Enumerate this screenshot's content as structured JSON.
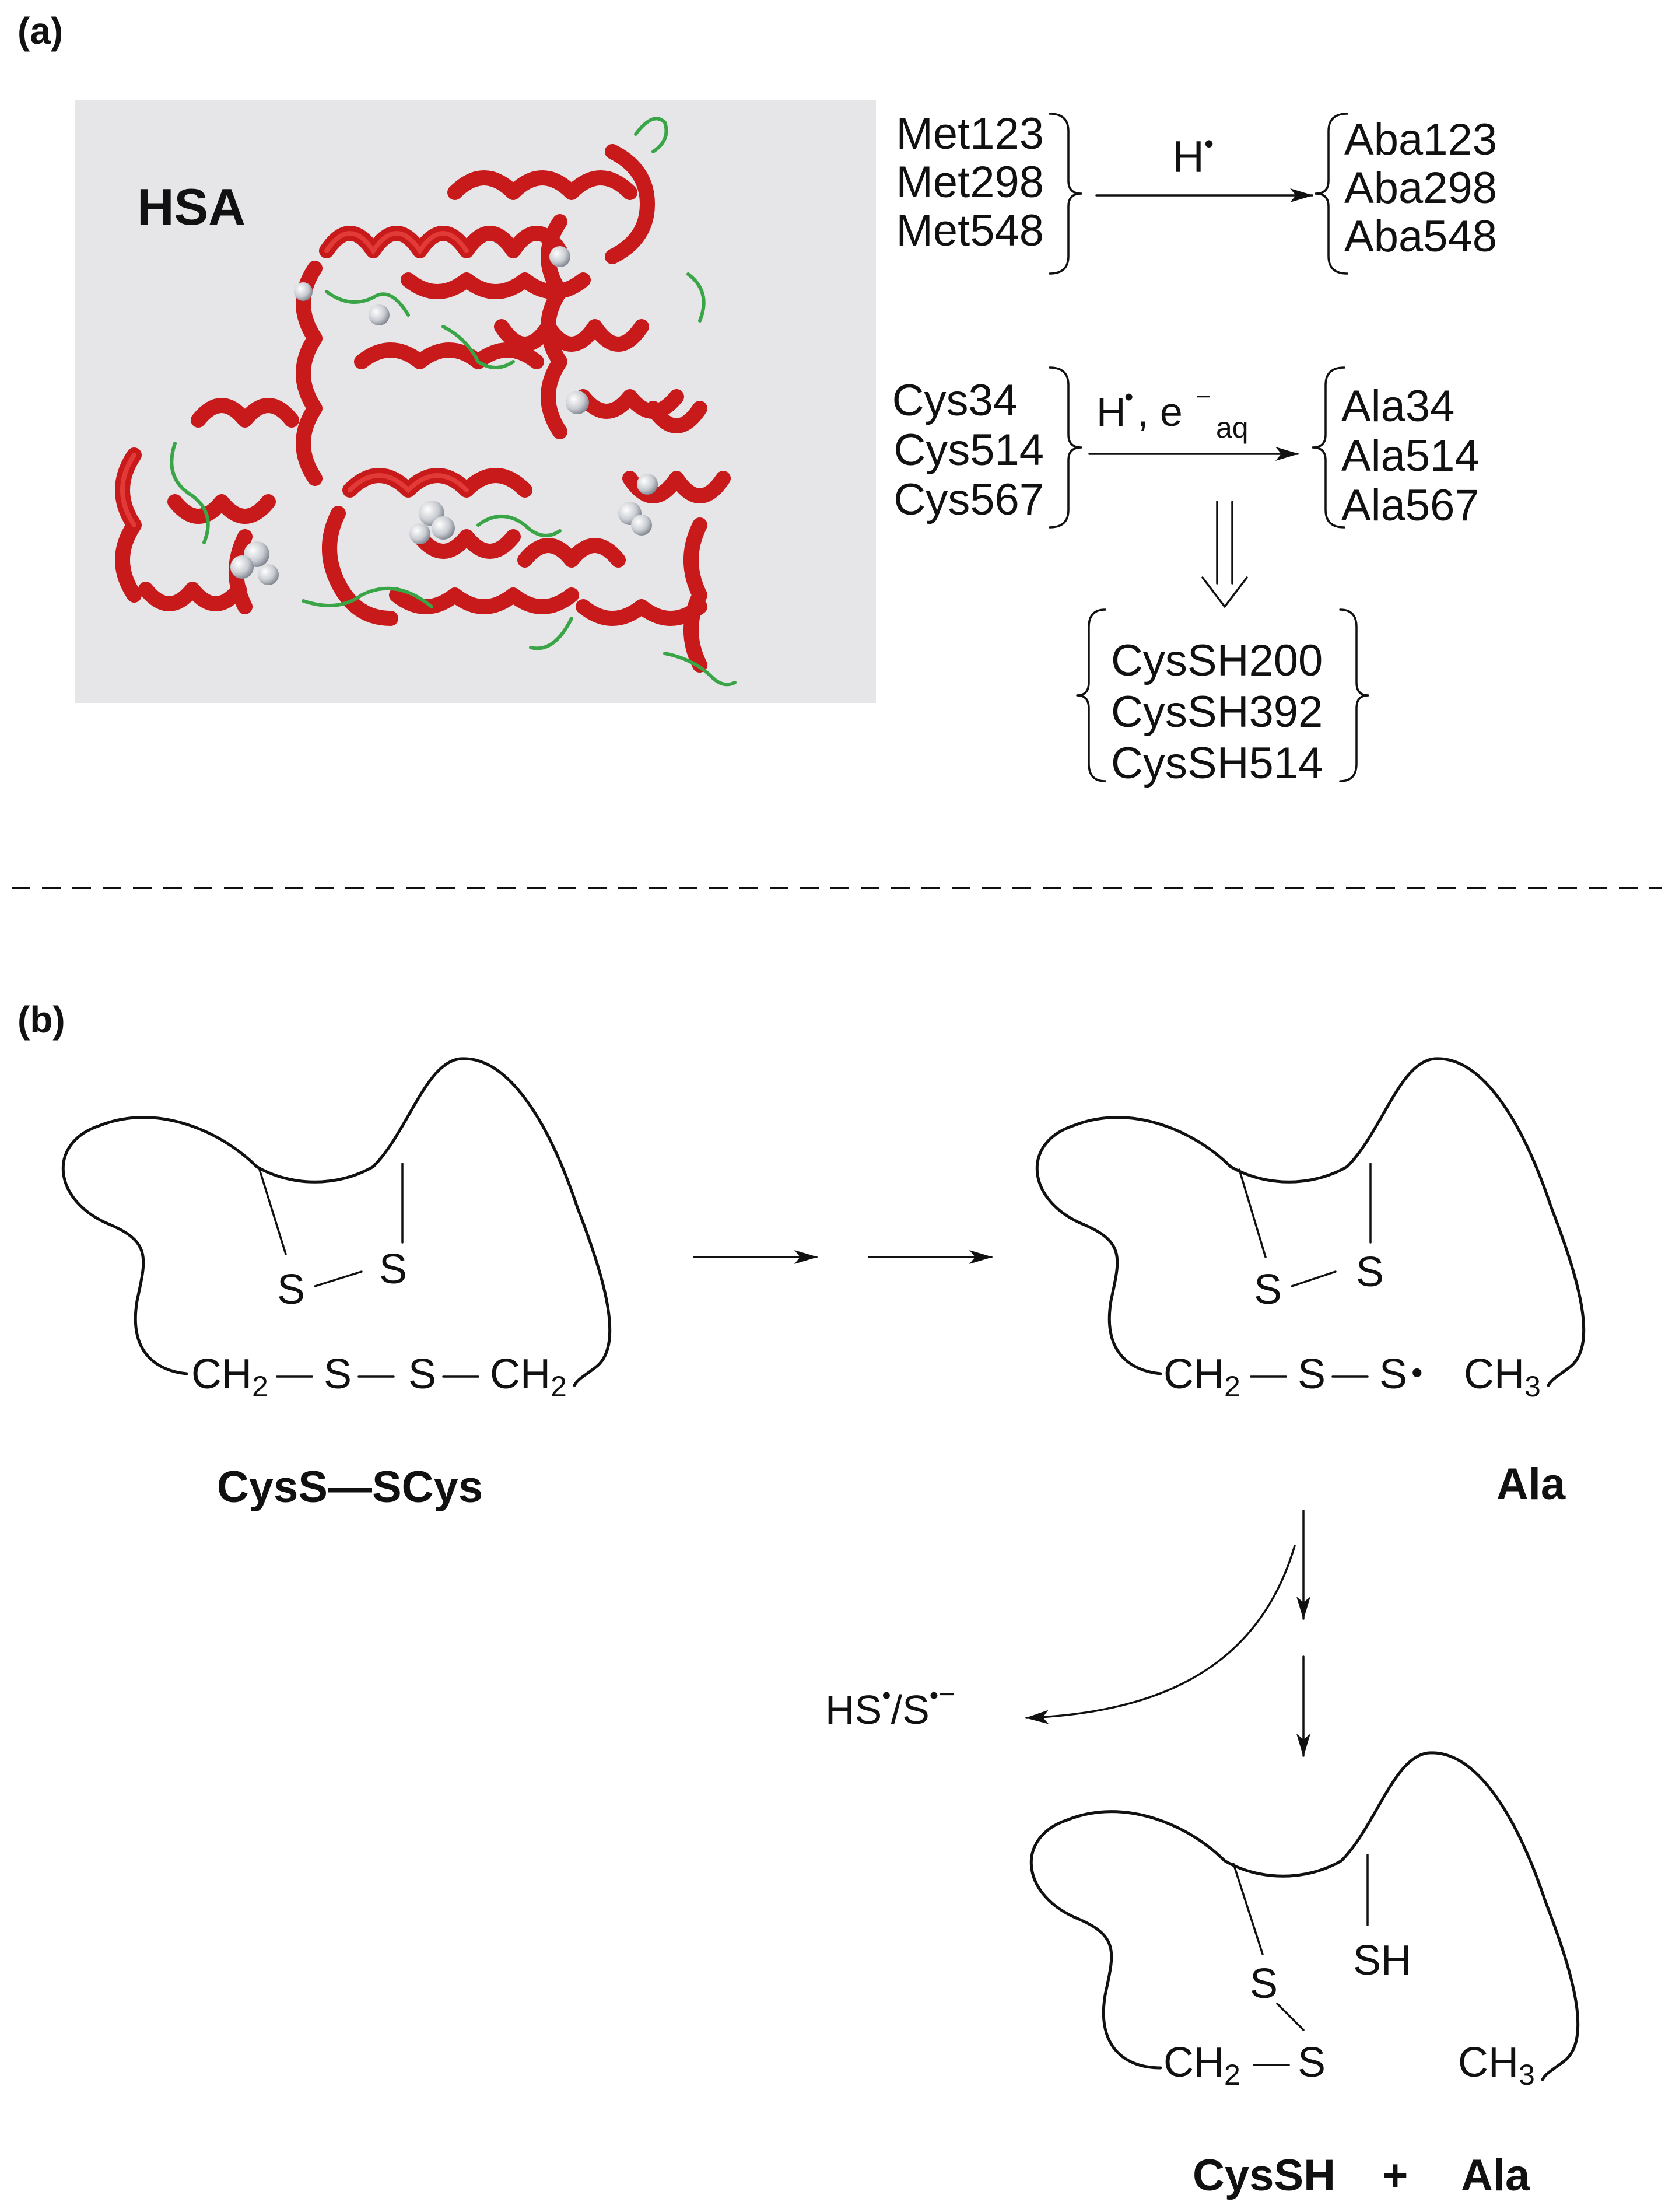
{
  "panel_a": {
    "label": "(a)",
    "protein_label": "HSA",
    "met_residues": [
      "Met123",
      "Met298",
      "Met548"
    ],
    "met_reagent_main": "H",
    "met_reagent_dot": "•",
    "met_products": [
      "Aba123",
      "Aba298",
      "Aba548"
    ],
    "cys_residues": [
      "Cys34",
      "Cys514",
      "Cys567"
    ],
    "cys_reagent_h": "H",
    "cys_reagent_dot": "•",
    "cys_reagent_sep": ", e",
    "cys_reagent_sup": "−",
    "cys_reagent_sub": "aq",
    "cys_products": [
      "Ala34",
      "Ala514",
      "Ala567"
    ],
    "cyssh_products": [
      "CysSH200",
      "CysSH392",
      "CysSH514"
    ]
  },
  "panel_b": {
    "label": "(b)",
    "s_atom": "S",
    "sh_group": "SH",
    "ch_main": "CH",
    "ch2_sub": "2",
    "ch3_sub": "3",
    "bond": "—",
    "radical_dot": "•",
    "start_label": "CysS—SCys",
    "intermediate_label": "Ala",
    "byproduct_hs": "HS",
    "byproduct_slash": "/S",
    "byproduct_dot": "•",
    "byproduct_minus": "−",
    "final_cyssh": "CysSH",
    "final_plus": "+",
    "final_ala": "Ala"
  },
  "colors": {
    "ink": "#111111",
    "protein_bg": "#e6e6e8",
    "helix_red": "#c8191b",
    "coil_green": "#3aa547",
    "ligand_gray": "#c9ccd2"
  }
}
